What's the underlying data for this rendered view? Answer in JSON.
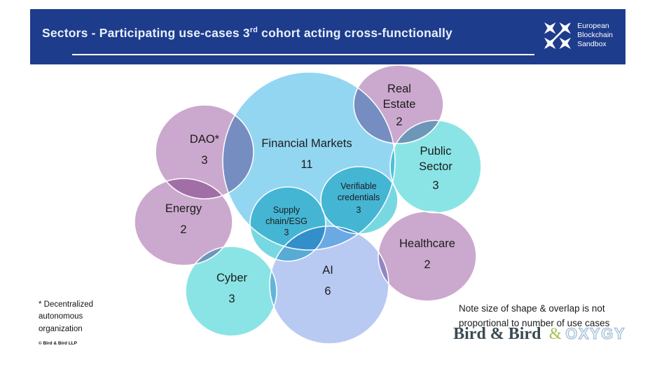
{
  "header": {
    "bg_color": "#1E3C8C",
    "title_prefix": "Sectors - Participating use-cases 3",
    "title_sup": "rd",
    "title_suffix": " cohort acting cross-functionally",
    "logo": {
      "line1": "European",
      "line2": "Blockchain",
      "line3": "Sandbox"
    }
  },
  "bubbles": [
    {
      "name": "Financial Markets",
      "count": "11",
      "color": "#93D6F1"
    },
    {
      "name": "DAO*",
      "count": "3",
      "color": "#CBA8CD"
    },
    {
      "name": "Real Estate",
      "count": "2",
      "color": "#CBA8CD"
    },
    {
      "name": "Public Sector",
      "count": "3",
      "color": "#8AE4E5"
    },
    {
      "name": "Energy",
      "count": "2",
      "color": "#CBA8CD"
    },
    {
      "name": "Supply chain/ESG",
      "count": "3",
      "color": "#78D8E1"
    },
    {
      "name": "Verifiable credentials",
      "count": "3",
      "color": "#78D8E1"
    },
    {
      "name": "Healthcare",
      "count": "2",
      "color": "#CBA8CD"
    },
    {
      "name": "Cyber",
      "count": "3",
      "color": "#8AE4E5"
    },
    {
      "name": "AI",
      "count": "6",
      "color": "#B8CAF2"
    }
  ],
  "footnote": {
    "text": "* Decentralized autonomous organization",
    "copyright": "© Bird & Bird LLP"
  },
  "note": {
    "line1": "Note size of shape & overlap is not",
    "line2": "proportional to number of use cases"
  },
  "brand": {
    "bird": "Bird & Bird",
    "amp": "&",
    "oxygy": "OXYGY"
  }
}
